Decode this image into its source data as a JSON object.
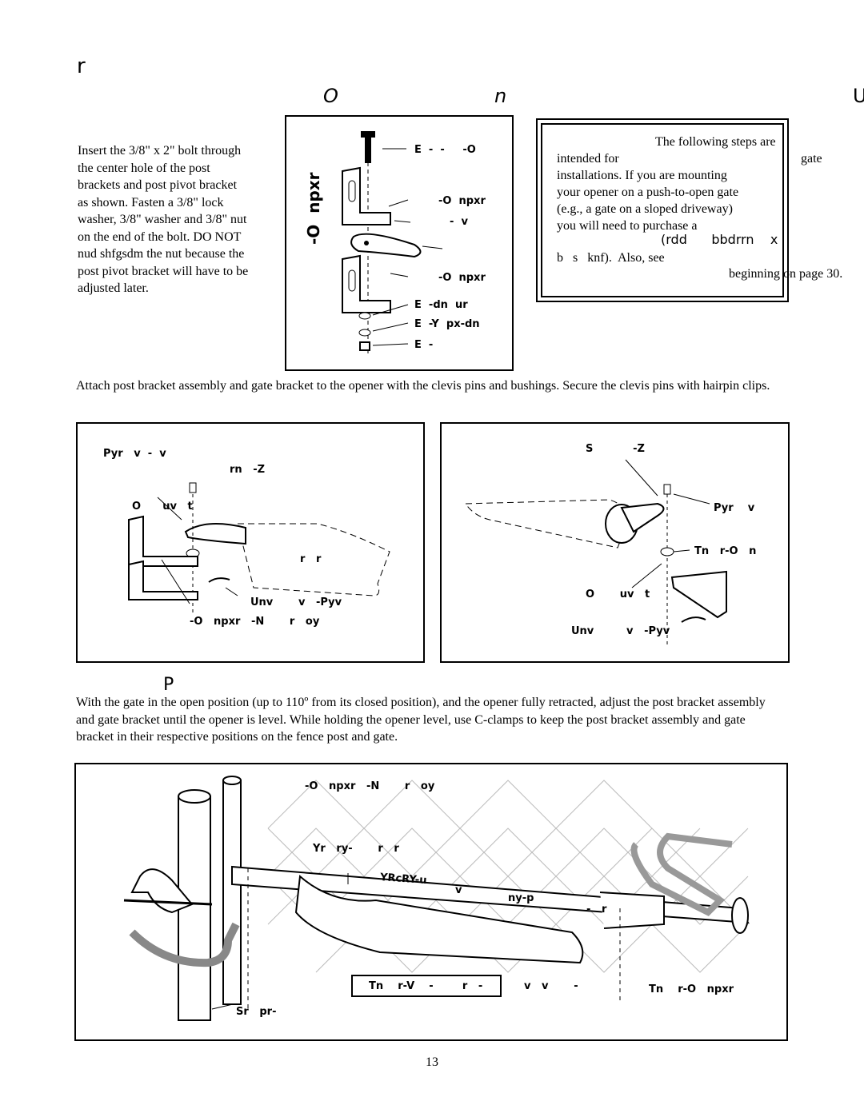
{
  "header": {
    "corner_glyph": "r",
    "heading_left": "O",
    "heading_mid": "n",
    "heading_right": "U"
  },
  "step1": {
    "instructions": [
      "Insert the 3/8\" x 2\" bolt through",
      "the center hole of the post",
      "brackets and post pivot bracket",
      "as shown.  Fasten a 3/8\" lock",
      "washer, 3/8\" washer and 3/8\" nut",
      "on the end of the bolt.  DO NOT",
      "nud   shfgsdm  the nut because the",
      "post pivot bracket will have to be",
      "adjusted later."
    ]
  },
  "fig1": {
    "side_label": "-O  npxr",
    "labels": [
      "E  -  -     -O",
      "-O  npxr",
      "-  v",
      "-O  npxr",
      "E  -dn  ur",
      "E  -Y  px-dn",
      "E  -"
    ]
  },
  "note": {
    "lines": [
      "The following steps are",
      "intended for",
      "gate",
      "installations.  If you are mounting",
      "your opener on a  push-to-open gate",
      "(e.g., a gate on a sloped driveway)",
      "you will need to purchase a",
      "(rdd      bbdrrn    x",
      "b   s   knf).  Also, see",
      "beginning on page 30."
    ]
  },
  "step2": {
    "text": "Attach post bracket assembly and gate bracket to the opener with the clevis pins and bushings.  Secure the clevis pins with hairpin clips."
  },
  "fig2": {
    "labels": [
      "Pyr   v  -  v",
      "rn   -Z",
      "O      uv   t",
      "r   r",
      "Unv       v   -Pyv",
      "-O   npxr   -N       r   oy"
    ]
  },
  "fig3": {
    "labels": [
      "S           -Z",
      "Pyr    v",
      "Tn   r-O   n",
      "O       uv   t",
      "Unv         v   -Pyv"
    ]
  },
  "step3": {
    "glyph": "P",
    "text": "With the gate in the open position (up to 110º from its closed position), and the opener fully retracted, adjust the post bracket assembly and gate bracket until the opener is level.  While holding the opener level, use C-clamps to keep the post bracket assembly and gate bracket in their respective positions on the fence post and gate."
  },
  "fig4": {
    "labels": [
      "-O   npxr   -N       r   oy",
      "Yr   ry-       r   r",
      "YRcRY-u",
      "v",
      "ny-p",
      "-   r",
      "Tn    r-V    -        r   -",
      "v   v       -",
      "Tn    r-O   npxr",
      "Sr   pr-"
    ]
  },
  "footer": {
    "page_number": "13"
  }
}
